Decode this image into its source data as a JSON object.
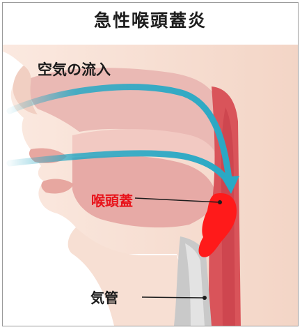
{
  "title": "急性喉頭蓋炎",
  "labels": {
    "airflow": "空気の流入",
    "epiglottis": "喉頭蓋",
    "trachea": "気管"
  },
  "colors": {
    "skin": "#f6dccf",
    "tissue_pink": "#eab9b4",
    "throat_red": "#d9545a",
    "epiglottis_inflamed": "#ff1a1a",
    "arrow_blue": "#2aa9c5",
    "trachea_gray": "#c9c9c9"
  }
}
